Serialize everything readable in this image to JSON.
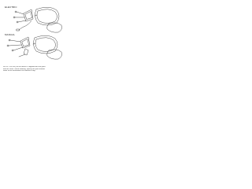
{
  "diagram": {
    "top_section_label": "ELECTRIC",
    "bottom_section_label": "MANUAL",
    "note_lines": [
      "NOTE: The ass'y of the mirror is supplied with the glass",
      "and the cover. When ordering, specify the part number.",
      "Refer to the illustrations for reference only."
    ]
  },
  "colors": {
    "line": "#333333",
    "text": "#222222",
    "background": "#ffffff"
  }
}
